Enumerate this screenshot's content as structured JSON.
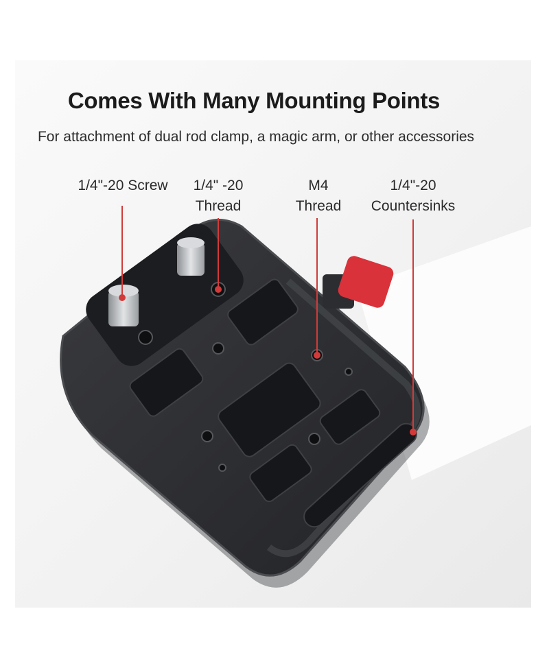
{
  "headline": "Comes With Many Mounting Points",
  "subtitle": "For attachment of dual rod clamp, a magic arm, or other accessories",
  "callouts": [
    {
      "lines": [
        "1/4\"-20 Screw"
      ]
    },
    {
      "lines": [
        "1/4\" -20",
        "Thread"
      ]
    },
    {
      "lines": [
        "M4",
        "Thread"
      ]
    },
    {
      "lines": [
        "1/4\"-20",
        "Countersinks"
      ]
    }
  ],
  "colors": {
    "plate": "#2a2b2e",
    "plate_edge": "#44464a",
    "knob": "#d9323a",
    "leader_line": "#d23a3a",
    "screw": "#b9bcc0"
  }
}
